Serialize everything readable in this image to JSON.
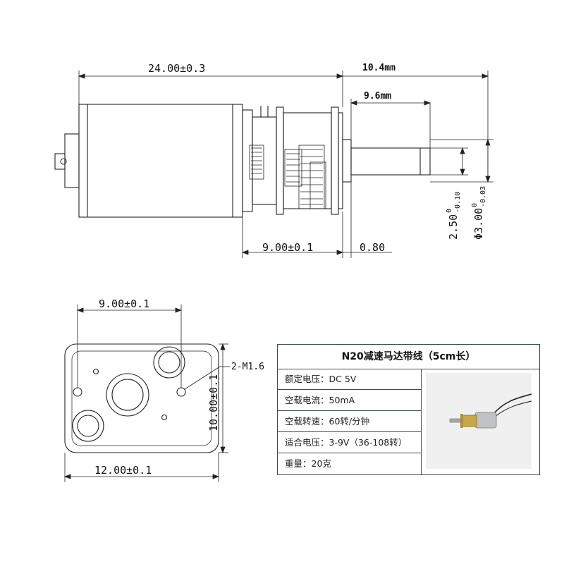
{
  "dimensions": {
    "overall_length": "24.00±0.3",
    "shaft_total": "10.4mm",
    "shaft_length": "9.6mm",
    "gearbox_length": "9.00±0.1",
    "shaft_shoulder": "0.80",
    "flat_width": "2.50",
    "flat_tol_upper": "0",
    "flat_tol_lower": "-0.10",
    "shaft_diameter": "Φ3.00",
    "diameter_tol_upper": "0",
    "diameter_tol_lower": "-0.03",
    "front_hole_spacing": "9.00±0.1",
    "front_height": "10.00±0.1",
    "front_width": "12.00±0.1",
    "screw_holes": "2-M1.6"
  },
  "spec_table": {
    "title": "N20减速马达带线（5cm长）",
    "rows": [
      {
        "label": "额定电压：",
        "value": "DC 5V"
      },
      {
        "label": "空载电流：",
        "value": "50mA"
      },
      {
        "label": "空载转速：",
        "value": "60转/分钟"
      },
      {
        "label": "适合电压：",
        "value": "3-9V（36-108转）"
      },
      {
        "label": "重量：",
        "value": "20克"
      }
    ],
    "photo_icon": "motor-photo-icon"
  },
  "colors": {
    "line": "#222222",
    "table_border": "#3a4a5a"
  }
}
